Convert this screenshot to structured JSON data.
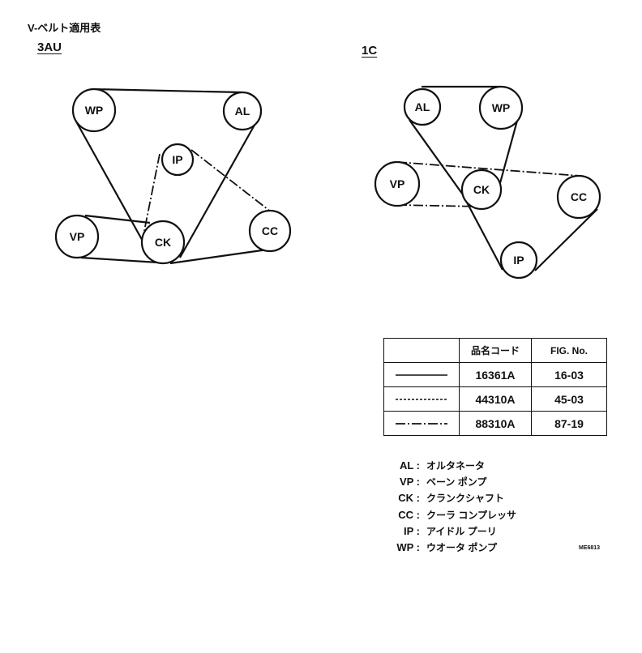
{
  "title": "V-ベルト適用表",
  "engines": [
    {
      "name": "3AU",
      "pulleys": [
        "WP",
        "AL",
        "IP",
        "VP",
        "CK",
        "CC"
      ]
    },
    {
      "name": "1C",
      "pulleys": [
        "AL",
        "WP",
        "VP",
        "CK",
        "CC",
        "IP"
      ]
    }
  ],
  "legend": {
    "headers": [
      "",
      "品名コード",
      "FIG. No."
    ],
    "rows": [
      {
        "style": "solid",
        "code": "16361A",
        "fig": "16-03"
      },
      {
        "style": "dotted",
        "code": "44310A",
        "fig": "45-03"
      },
      {
        "style": "dash-dot",
        "code": "88310A",
        "fig": "87-19"
      }
    ]
  },
  "abbreviations": [
    {
      "key": "AL",
      "desc": "オルタネータ"
    },
    {
      "key": "VP",
      "desc": "ベーン ポンプ"
    },
    {
      "key": "CK",
      "desc": "クランクシャフト"
    },
    {
      "key": "CC",
      "desc": "クーラ コンプレッサ"
    },
    {
      "key": "IP",
      "desc": "アイドル プーリ"
    },
    {
      "key": "WP",
      "desc": "ウオータ ポンプ"
    }
  ],
  "figure_code": "ME6813"
}
